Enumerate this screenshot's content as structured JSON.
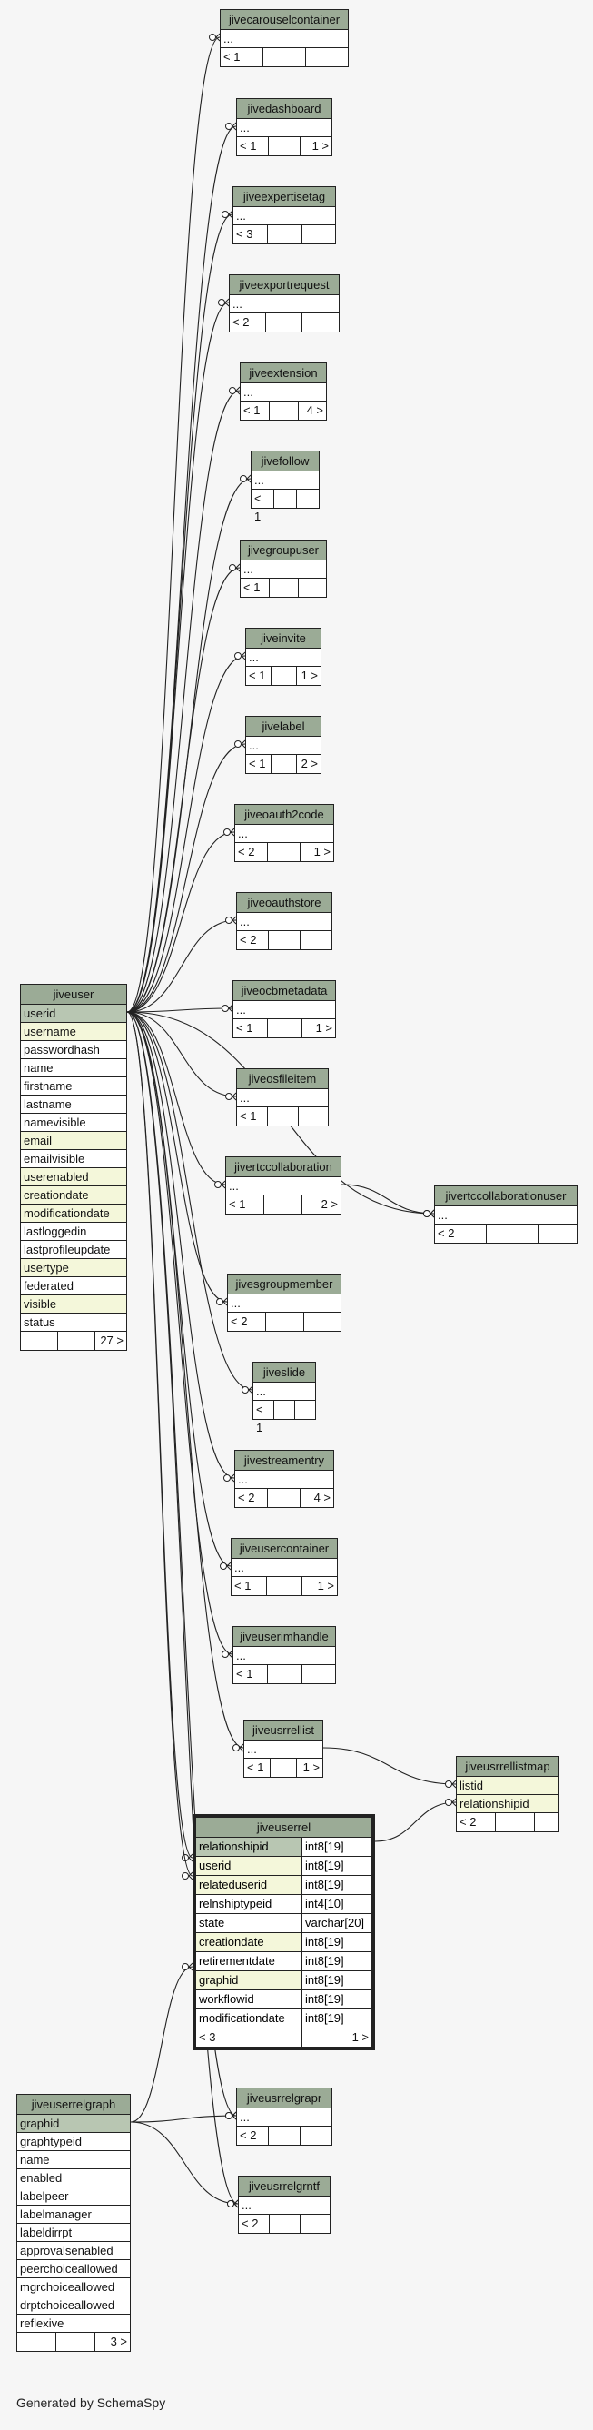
{
  "diagram": {
    "caption": "Generated by SchemaSpy",
    "jiveuser": {
      "title": "jiveuser",
      "rows": [
        {
          "label": "userid",
          "kind": "pk"
        },
        {
          "label": "username",
          "kind": "hl"
        },
        {
          "label": "passwordhash",
          "kind": "plain"
        },
        {
          "label": "name",
          "kind": "plain"
        },
        {
          "label": "firstname",
          "kind": "plain"
        },
        {
          "label": "lastname",
          "kind": "plain"
        },
        {
          "label": "namevisible",
          "kind": "plain"
        },
        {
          "label": "email",
          "kind": "hl"
        },
        {
          "label": "emailvisible",
          "kind": "plain"
        },
        {
          "label": "userenabled",
          "kind": "hl"
        },
        {
          "label": "creationdate",
          "kind": "hl"
        },
        {
          "label": "modificationdate",
          "kind": "hl"
        },
        {
          "label": "lastloggedin",
          "kind": "plain"
        },
        {
          "label": "lastprofileupdate",
          "kind": "plain"
        },
        {
          "label": "usertype",
          "kind": "hl"
        },
        {
          "label": "federated",
          "kind": "plain"
        },
        {
          "label": "visible",
          "kind": "hl"
        },
        {
          "label": "status",
          "kind": "plain"
        }
      ],
      "foot": [
        "",
        "",
        "27 >"
      ]
    },
    "jiveuserrelgraph": {
      "title": "jiveuserrelgraph",
      "rows": [
        {
          "label": "graphid",
          "kind": "pk"
        },
        {
          "label": "graphtypeid",
          "kind": "plain"
        },
        {
          "label": "name",
          "kind": "plain"
        },
        {
          "label": "enabled",
          "kind": "plain"
        },
        {
          "label": "labelpeer",
          "kind": "plain"
        },
        {
          "label": "labelmanager",
          "kind": "plain"
        },
        {
          "label": "labeldirrpt",
          "kind": "plain"
        },
        {
          "label": "approvalsenabled",
          "kind": "plain"
        },
        {
          "label": "peerchoiceallowed",
          "kind": "plain"
        },
        {
          "label": "mgrchoiceallowed",
          "kind": "plain"
        },
        {
          "label": "drptchoiceallowed",
          "kind": "plain"
        },
        {
          "label": "reflexive",
          "kind": "plain"
        }
      ],
      "foot": [
        "",
        "",
        "3 >"
      ]
    },
    "jiveuserrel": {
      "title": "jiveuserrel",
      "rows": [
        {
          "name": "relationshipid",
          "type": "int8[19]",
          "kind": "pk"
        },
        {
          "name": "userid",
          "type": "int8[19]",
          "kind": "hl"
        },
        {
          "name": "relateduserid",
          "type": "int8[19]",
          "kind": "hl"
        },
        {
          "name": "relnshiptypeid",
          "type": "int4[10]",
          "kind": "plain"
        },
        {
          "name": "state",
          "type": "varchar[20]",
          "kind": "plain"
        },
        {
          "name": "creationdate",
          "type": "int8[19]",
          "kind": "hl"
        },
        {
          "name": "retirementdate",
          "type": "int8[19]",
          "kind": "plain"
        },
        {
          "name": "graphid",
          "type": "int8[19]",
          "kind": "hl"
        },
        {
          "name": "workflowid",
          "type": "int8[19]",
          "kind": "plain"
        },
        {
          "name": "modificationdate",
          "type": "int8[19]",
          "kind": "plain"
        }
      ],
      "foot": [
        "< 3",
        "1 >"
      ]
    },
    "jiveusrrellistmap": {
      "title": "jiveusrrellistmap",
      "rows": [
        {
          "label": "listid",
          "kind": "hl"
        },
        {
          "label": "relationshipid",
          "kind": "hl"
        }
      ],
      "foot": [
        "< 2",
        "",
        ""
      ]
    },
    "jivertccollaborationuser": {
      "title": "jivertccollaborationuser",
      "rows": [
        {
          "label": "...",
          "kind": "plain"
        }
      ],
      "foot": [
        "< 2",
        "",
        ""
      ]
    },
    "small_tables": [
      {
        "title": "jivecarouselcontainer",
        "row": "...",
        "foot": [
          "< 1",
          "",
          ""
        ]
      },
      {
        "title": "jivedashboard",
        "row": "...",
        "foot": [
          "< 1",
          "",
          "1 >"
        ]
      },
      {
        "title": "jiveexpertisetag",
        "row": "...",
        "foot": [
          "< 3",
          "",
          ""
        ]
      },
      {
        "title": "jiveexportrequest",
        "row": "...",
        "foot": [
          "< 2",
          "",
          ""
        ]
      },
      {
        "title": "jiveextension",
        "row": "...",
        "foot": [
          "< 1",
          "",
          "4 >"
        ]
      },
      {
        "title": "jivefollow",
        "row": "...",
        "foot": [
          "< 1",
          "",
          ""
        ]
      },
      {
        "title": "jivegroupuser",
        "row": "...",
        "foot": [
          "< 1",
          "",
          ""
        ]
      },
      {
        "title": "jiveinvite",
        "row": "...",
        "foot": [
          "< 1",
          "",
          "1 >"
        ]
      },
      {
        "title": "jivelabel",
        "row": "...",
        "foot": [
          "< 1",
          "",
          "2 >"
        ]
      },
      {
        "title": "jiveoauth2code",
        "row": "...",
        "foot": [
          "< 2",
          "",
          "1 >"
        ]
      },
      {
        "title": "jiveoauthstore",
        "row": "...",
        "foot": [
          "< 2",
          "",
          ""
        ]
      },
      {
        "title": "jiveocbmetadata",
        "row": "...",
        "foot": [
          "< 1",
          "",
          "1 >"
        ]
      },
      {
        "title": "jiveosfileitem",
        "row": "...",
        "foot": [
          "< 1",
          "",
          ""
        ]
      },
      {
        "title": "jivertccollaboration",
        "row": "...",
        "foot": [
          "< 1",
          "",
          "2 >"
        ]
      },
      {
        "title": "jivesgroupmember",
        "row": "...",
        "foot": [
          "< 2",
          "",
          ""
        ]
      },
      {
        "title": "jiveslide",
        "row": "...",
        "foot": [
          "< 1",
          "",
          ""
        ]
      },
      {
        "title": "jivestreamentry",
        "row": "...",
        "foot": [
          "< 2",
          "",
          "4 >"
        ]
      },
      {
        "title": "jiveusercontainer",
        "row": "...",
        "foot": [
          "< 1",
          "",
          "1 >"
        ]
      },
      {
        "title": "jiveuserimhandle",
        "row": "...",
        "foot": [
          "< 1",
          "",
          ""
        ]
      },
      {
        "title": "jiveusrrellist",
        "row": "...",
        "foot": [
          "< 1",
          "",
          "1 >"
        ]
      },
      {
        "title": "jiveusrrelgrapr",
        "row": "...",
        "foot": [
          "< 2",
          "",
          ""
        ]
      },
      {
        "title": "jiveusrrelgrntf",
        "row": "...",
        "foot": [
          "< 2",
          "",
          ""
        ]
      }
    ]
  }
}
